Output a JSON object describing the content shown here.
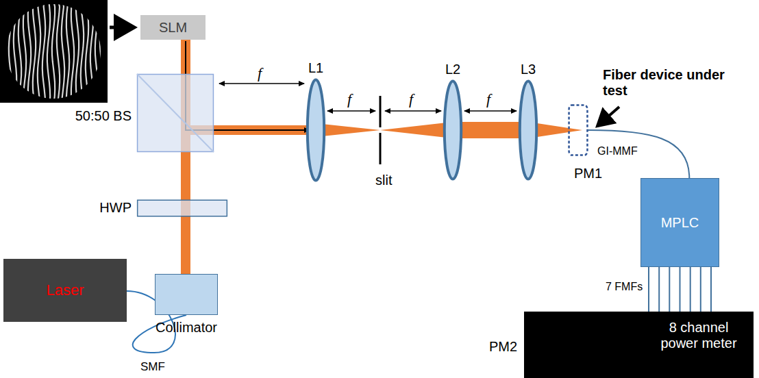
{
  "diagram": {
    "nodes": [
      {
        "text": [
          "SLM"
        ]
      },
      {
        "text": [
          "50:50 BS"
        ]
      },
      {
        "text": [
          "HWP"
        ]
      },
      {
        "text": [
          "Laser"
        ]
      },
      {
        "text": [
          "Collimator"
        ]
      },
      {
        "text": [
          "L1"
        ]
      },
      {
        "text": [
          "L2"
        ]
      },
      {
        "text": [
          "L3"
        ]
      },
      {
        "text": [
          "PM1"
        ]
      },
      {
        "text": [
          "MPLC"
        ]
      },
      {
        "text": [
          "PM2",
          "8 channel power meter"
        ]
      }
    ],
    "edges": [
      {
        "from": 3,
        "to": 4,
        "arrow": "none"
      },
      {
        "from": 8,
        "to": 9,
        "arrow": "none"
      },
      {
        "from": 9,
        "to": 10,
        "arrow": "none"
      },
      {
        "from": 9,
        "to": 10,
        "arrow": "none"
      },
      {
        "from": 9,
        "to": 10,
        "arrow": "none"
      },
      {
        "from": 9,
        "to": 10,
        "arrow": "none"
      },
      {
        "from": 9,
        "to": 10,
        "arrow": "none"
      },
      {
        "from": 9,
        "to": 10,
        "arrow": "none"
      },
      {
        "from": 9,
        "to": 10,
        "arrow": "none"
      }
    ],
    "labels": [
      "f",
      "f",
      "f",
      "f",
      "slit",
      "Fiber device under test",
      "GI-MMF",
      "7 FMFs",
      "SMF"
    ]
  }
}
